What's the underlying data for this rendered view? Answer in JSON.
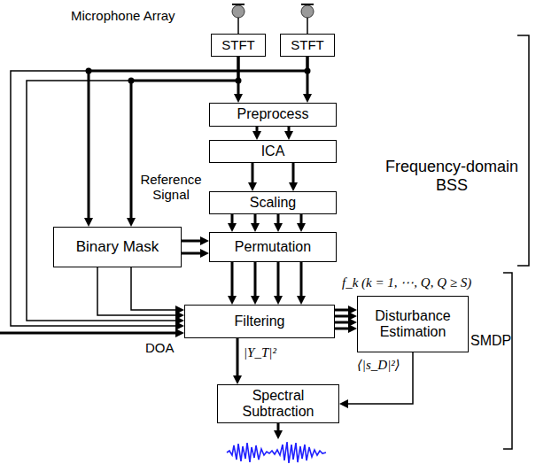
{
  "diagram": {
    "nodes": [
      {
        "text": [
          "STFT"
        ]
      },
      {
        "text": [
          "STFT"
        ]
      },
      {
        "text": [
          "Preprocess"
        ]
      },
      {
        "text": [
          "ICA"
        ]
      },
      {
        "text": [
          "Scaling"
        ]
      },
      {
        "text": [
          "Permutation"
        ]
      },
      {
        "text": [
          "Binary Mask"
        ]
      },
      {
        "text": [
          "Filtering"
        ]
      },
      {
        "text": [
          "Disturbance Estimation"
        ]
      },
      {
        "text": [
          "Spectral Subtraction"
        ]
      }
    ],
    "edges": [
      {
        "from": 0,
        "to": 2,
        "arrow": "to"
      },
      {
        "from": 1,
        "to": 2,
        "arrow": "to"
      },
      {
        "from": 0,
        "to": 6,
        "arrow": "to"
      },
      {
        "from": 1,
        "to": 6,
        "arrow": "to"
      },
      {
        "from": 0,
        "to": 7,
        "arrow": "to"
      },
      {
        "from": 1,
        "to": 7,
        "arrow": "to"
      },
      {
        "from": 2,
        "to": 3,
        "arrow": "to"
      },
      {
        "from": 2,
        "to": 3,
        "arrow": "to"
      },
      {
        "from": 3,
        "to": 4,
        "arrow": "to"
      },
      {
        "from": 3,
        "to": 4,
        "arrow": "to"
      },
      {
        "from": 4,
        "to": 5,
        "arrow": "to"
      },
      {
        "from": 4,
        "to": 5,
        "arrow": "to"
      },
      {
        "from": 4,
        "to": 5,
        "arrow": "to"
      },
      {
        "from": 4,
        "to": 5,
        "arrow": "to"
      },
      {
        "from": 6,
        "to": 5,
        "arrow": "to"
      },
      {
        "from": 6,
        "to": 5,
        "arrow": "to"
      },
      {
        "from": 5,
        "to": 7,
        "arrow": "to"
      },
      {
        "from": 5,
        "to": 7,
        "arrow": "to"
      },
      {
        "from": 5,
        "to": 7,
        "arrow": "to"
      },
      {
        "from": 5,
        "to": 7,
        "arrow": "to"
      },
      {
        "from": 6,
        "to": 7,
        "arrow": "to"
      },
      {
        "from": 6,
        "to": 7,
        "arrow": "to"
      },
      {
        "from": 7,
        "to": 8,
        "arrow": "to"
      },
      {
        "from": 7,
        "to": 8,
        "arrow": "to"
      },
      {
        "from": 7,
        "to": 8,
        "arrow": "to"
      },
      {
        "from": 7,
        "to": 8,
        "arrow": "to"
      },
      {
        "from": 7,
        "to": 9,
        "label": "|Y_T|²",
        "arrow": "to"
      },
      {
        "from": 8,
        "to": 9,
        "label": "⟨|s_D|²⟩",
        "arrow": "to"
      }
    ],
    "labels": [
      "Microphone Array",
      "Reference Signal",
      "Frequency-domain BSS",
      "f_k (k = 1, ⋯, Q, Q ≥ S)",
      "SMDP",
      "DOA"
    ]
  }
}
